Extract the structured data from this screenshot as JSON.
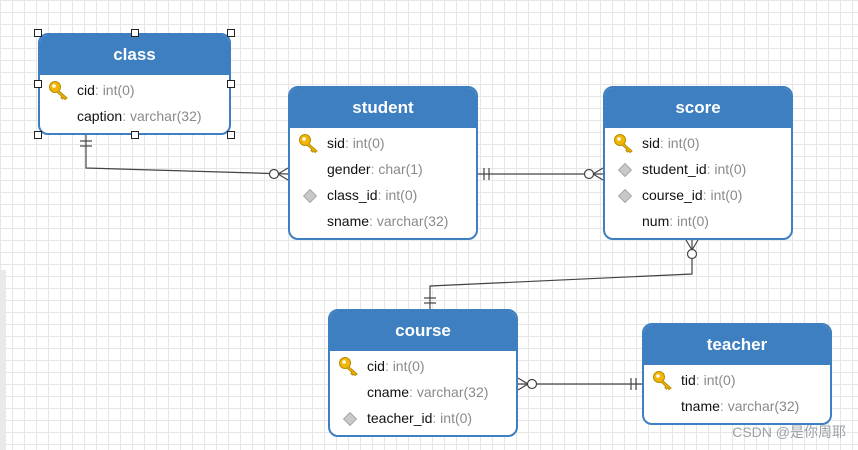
{
  "diagram": {
    "tables": [
      {
        "id": "class",
        "name": "class",
        "selected": true,
        "fields": [
          {
            "name": "cid",
            "type": "int(0)",
            "key": "pk"
          },
          {
            "name": "caption",
            "type": "varchar(32)",
            "key": ""
          }
        ]
      },
      {
        "id": "student",
        "name": "student",
        "selected": false,
        "fields": [
          {
            "name": "sid",
            "type": "int(0)",
            "key": "pk"
          },
          {
            "name": "gender",
            "type": "char(1)",
            "key": ""
          },
          {
            "name": "class_id",
            "type": "int(0)",
            "key": "fk"
          },
          {
            "name": "sname",
            "type": "varchar(32)",
            "key": ""
          }
        ]
      },
      {
        "id": "score",
        "name": "score",
        "selected": false,
        "fields": [
          {
            "name": "sid",
            "type": "int(0)",
            "key": "pk"
          },
          {
            "name": "student_id",
            "type": "int(0)",
            "key": "fk"
          },
          {
            "name": "course_id",
            "type": "int(0)",
            "key": "fk"
          },
          {
            "name": "num",
            "type": "int(0)",
            "key": ""
          }
        ]
      },
      {
        "id": "course",
        "name": "course",
        "selected": false,
        "fields": [
          {
            "name": "cid",
            "type": "int(0)",
            "key": "pk"
          },
          {
            "name": "cname",
            "type": "varchar(32)",
            "key": ""
          },
          {
            "name": "teacher_id",
            "type": "int(0)",
            "key": "fk"
          }
        ]
      },
      {
        "id": "teacher",
        "name": "teacher",
        "selected": false,
        "fields": [
          {
            "name": "tid",
            "type": "int(0)",
            "key": "pk"
          },
          {
            "name": "tname",
            "type": "varchar(32)",
            "key": ""
          }
        ]
      }
    ],
    "relations": [
      {
        "from": "class",
        "to": "student",
        "from_card": "one",
        "to_card": "zero-or-many"
      },
      {
        "from": "student",
        "to": "score",
        "from_card": "one",
        "to_card": "zero-or-many"
      },
      {
        "from": "course",
        "to": "score",
        "from_card": "one",
        "to_card": "zero-or-many"
      },
      {
        "from": "teacher",
        "to": "course",
        "from_card": "one",
        "to_card": "zero-or-many"
      }
    ],
    "colors": {
      "header": "#3d7fc0",
      "border": "#3d7fc0",
      "line": "#444444",
      "key_icon": "#f2b705"
    },
    "icons": {
      "pk": "key-icon",
      "fk": "diamond-icon"
    }
  },
  "watermark": "CSDN @是你周耶"
}
